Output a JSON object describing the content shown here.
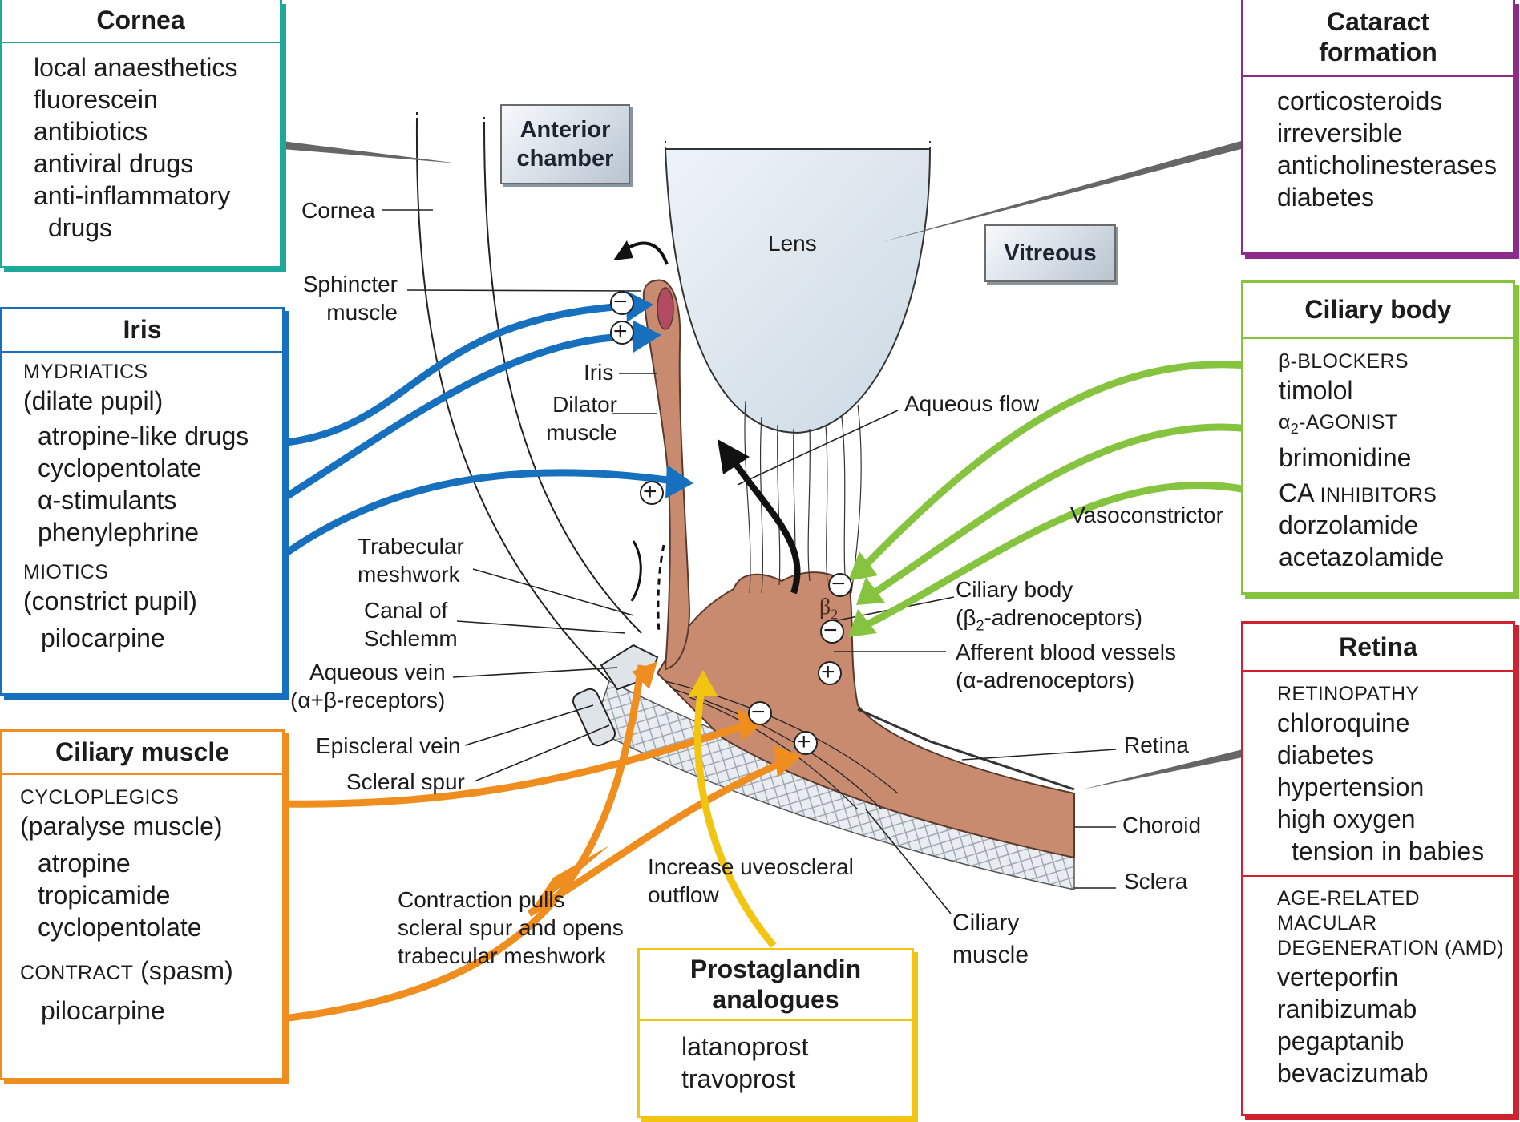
{
  "colors": {
    "cornea": "#1fa99a",
    "iris": "#1670bd",
    "ciliary_muscle": "#ef8e1f",
    "prostaglandin": "#f3c513",
    "cataract": "#8e2a8c",
    "ciliary_body": "#86c440",
    "retina": "#d1202e",
    "tissue": "#c98b70"
  },
  "boxes": {
    "cornea": {
      "title": "Cornea",
      "items": [
        "local anaesthetics",
        "fluorescein",
        "antibiotics",
        "antiviral drugs",
        "anti-inflammatory",
        "drugs"
      ]
    },
    "iris": {
      "title": "Iris",
      "mydriatics_heading": "MYDRIATICS",
      "mydriatics_sub": "(dilate pupil)",
      "mydriatics_items": [
        "atropine-like drugs",
        "cyclopentolate",
        "α-stimulants",
        "phenylephrine"
      ],
      "miotics_heading": "MIOTICS",
      "miotics_sub": "(constrict pupil)",
      "miotics_items": [
        "pilocarpine"
      ]
    },
    "ciliary_muscle": {
      "title": "Ciliary muscle",
      "cycloplegics_heading": "CYCLOPLEGICS",
      "cycloplegics_sub": "(paralyse muscle)",
      "cycloplegics_items": [
        "atropine",
        "tropicamide",
        "cyclopentolate"
      ],
      "contract_heading": "CONTRACT",
      "contract_sub": "(spasm)",
      "contract_items": [
        "pilocarpine"
      ]
    },
    "prostaglandin": {
      "title_line1": "Prostaglandin",
      "title_line2": "analogues",
      "items": [
        "latanoprost",
        "travoprost"
      ]
    },
    "cataract": {
      "title_line1": "Cataract",
      "title_line2": "formation",
      "items": [
        "corticosteroids",
        "irreversible",
        "anticholinesterases",
        "diabetes"
      ]
    },
    "ciliary_body": {
      "title": "Ciliary body",
      "beta_heading": "β-BLOCKERS",
      "beta_items": [
        "timolol"
      ],
      "alpha_heading_prefix": "α",
      "alpha_heading_sub": "2",
      "alpha_heading_suffix": "-AGONIST",
      "alpha_items": [
        "brimonidine"
      ],
      "ca_heading_prefix": "CA",
      "ca_heading_suffix": "INHIBITORS",
      "ca_items": [
        "dorzolamide",
        "acetazolamide"
      ]
    },
    "retina": {
      "title": "Retina",
      "retinopathy_heading": "RETINOPATHY",
      "retinopathy_items": [
        "chloroquine",
        "diabetes",
        "hypertension",
        "high oxygen",
        "tension in babies"
      ],
      "amd_heading": [
        "AGE-RELATED",
        "MACULAR",
        "DEGENERATION (AMD)"
      ],
      "amd_items": [
        "verteporfin",
        "ranibizumab",
        "pegaptanib",
        "bevacizumab"
      ]
    }
  },
  "chips": {
    "anterior_chamber": [
      "Anterior",
      "chamber"
    ],
    "vitreous": "Vitreous"
  },
  "labels": {
    "cornea": "Cornea",
    "lens": "Lens",
    "sphincter_muscle": [
      "Sphincter",
      "muscle"
    ],
    "iris": "Iris",
    "dilator_muscle": [
      "Dilator",
      "muscle"
    ],
    "aqueous_flow": "Aqueous flow",
    "vasoconstrictor": "Vasoconstrictor",
    "trabecular_meshwork": [
      "Trabecular",
      "meshwork"
    ],
    "canal_of_schlemm": [
      "Canal of",
      "Schlemm"
    ],
    "aqueous_vein": [
      "Aqueous vein",
      "(α+β-receptors)"
    ],
    "episcleral_vein": "Episcleral vein",
    "scleral_spur": "Scleral spur",
    "ciliary_body_receptors_line1": "Ciliary body",
    "ciliary_body_receptors_prefix": "(β",
    "ciliary_body_receptors_sub": "2",
    "ciliary_body_receptors_suffix": "-adrenoceptors)",
    "afferent_vessels": [
      "Afferent blood vessels",
      "(α-adrenoceptors)"
    ],
    "retina": "Retina",
    "choroid": "Choroid",
    "sclera": "Sclera",
    "ciliary_muscle": [
      "Ciliary",
      "muscle"
    ],
    "uveoscleral": [
      "Increase uveoscleral",
      "outflow"
    ],
    "contraction": [
      "Contraction pulls",
      "scleral spur and opens",
      "trabecular meshwork"
    ],
    "beta2_mark_prefix": "β",
    "beta2_mark_sub": "2"
  },
  "symbols": {
    "minus": "−",
    "plus": "+"
  }
}
